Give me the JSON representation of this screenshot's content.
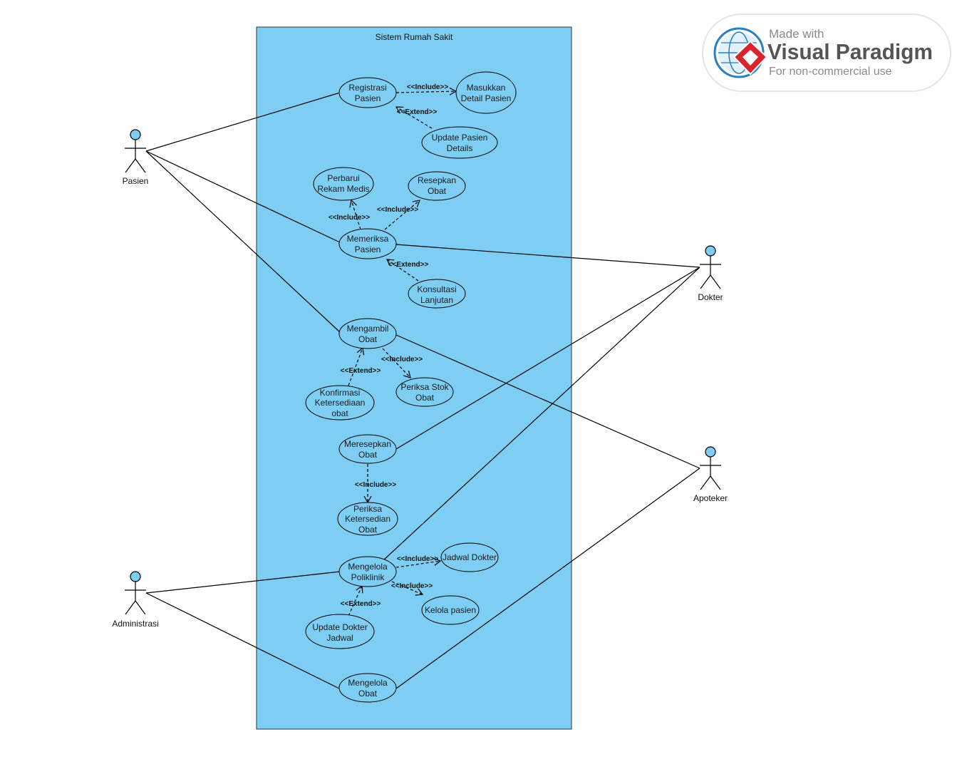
{
  "system": {
    "title": "Sistem Rumah Sakit"
  },
  "actors": {
    "pasien": "Pasien",
    "dokter": "Dokter",
    "apoteker": "Apoteker",
    "administrasi": "Administrasi"
  },
  "use_cases": {
    "registrasi_pasien": [
      "Registrasi",
      "Pasien"
    ],
    "masukkan_detail_pasien": [
      "Masukkan",
      "Detail Pasien"
    ],
    "update_pasien_details": [
      "Update Pasien",
      "Details"
    ],
    "perbarui_rekam_medis": [
      "Perbarui",
      "Rekam Medis"
    ],
    "resepkan_obat": [
      "Resepkan",
      "Obat"
    ],
    "memeriksa_pasien": [
      "Memeriksa",
      "Pasien"
    ],
    "konsultasi_lanjutan": [
      "Konsultasi",
      "Lanjutan"
    ],
    "mengambil_obat": [
      "Mengambil",
      "Obat"
    ],
    "periksa_stok_obat": [
      "Periksa Stok",
      "Obat"
    ],
    "konfirmasi_ketersediaan_obat": [
      "Konfirmasi",
      "Ketersediaan",
      "obat"
    ],
    "meresepkan_obat": [
      "Meresepkan",
      "Obat"
    ],
    "periksa_ketersedian_obat": [
      "Periksa",
      "Ketersedian",
      "Obat"
    ],
    "mengelola_poliklinik": [
      "Mengelola",
      "Poliklinik"
    ],
    "jadwal_dokter": [
      "Jadwal Dokter"
    ],
    "kelola_pasien": [
      "Kelola pasien"
    ],
    "update_dokter_jadwal": [
      "Update Dokter",
      "Jadwal"
    ],
    "mengelola_obat": [
      "Mengelola",
      "Obat"
    ]
  },
  "relations": {
    "include": "<<Include>>",
    "extend": "<<Extend>>"
  },
  "watermark": {
    "made_with": "Made with",
    "brand": "Visual Paradigm",
    "subtitle": "For non-commercial use"
  },
  "colors": {
    "system_fill": "#7ecef4",
    "actor_head": "#7ecef4",
    "line": "#000000",
    "watermark_red": "#d9232d"
  }
}
